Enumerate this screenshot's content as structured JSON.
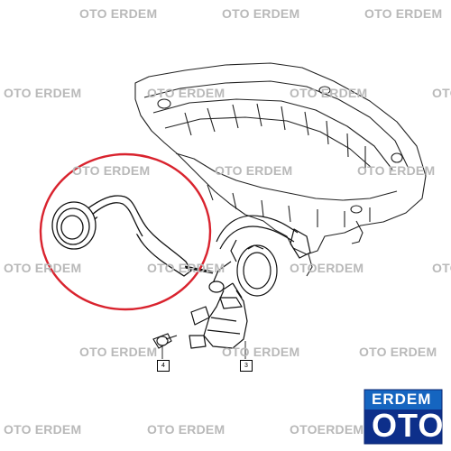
{
  "watermark": {
    "text": "OTO ERDEM",
    "compact_text": "OTOERDEM",
    "partial_text": "OTO"
  },
  "callouts": [
    "4",
    "3"
  ],
  "logo": {
    "top_word": "ERDEM",
    "bottom_word": "OTO",
    "colors": {
      "top_band": "#1565c0",
      "bottom_band": "#0d2f8a",
      "text": "#ffffff"
    }
  },
  "highlight_color": "#d9232e"
}
